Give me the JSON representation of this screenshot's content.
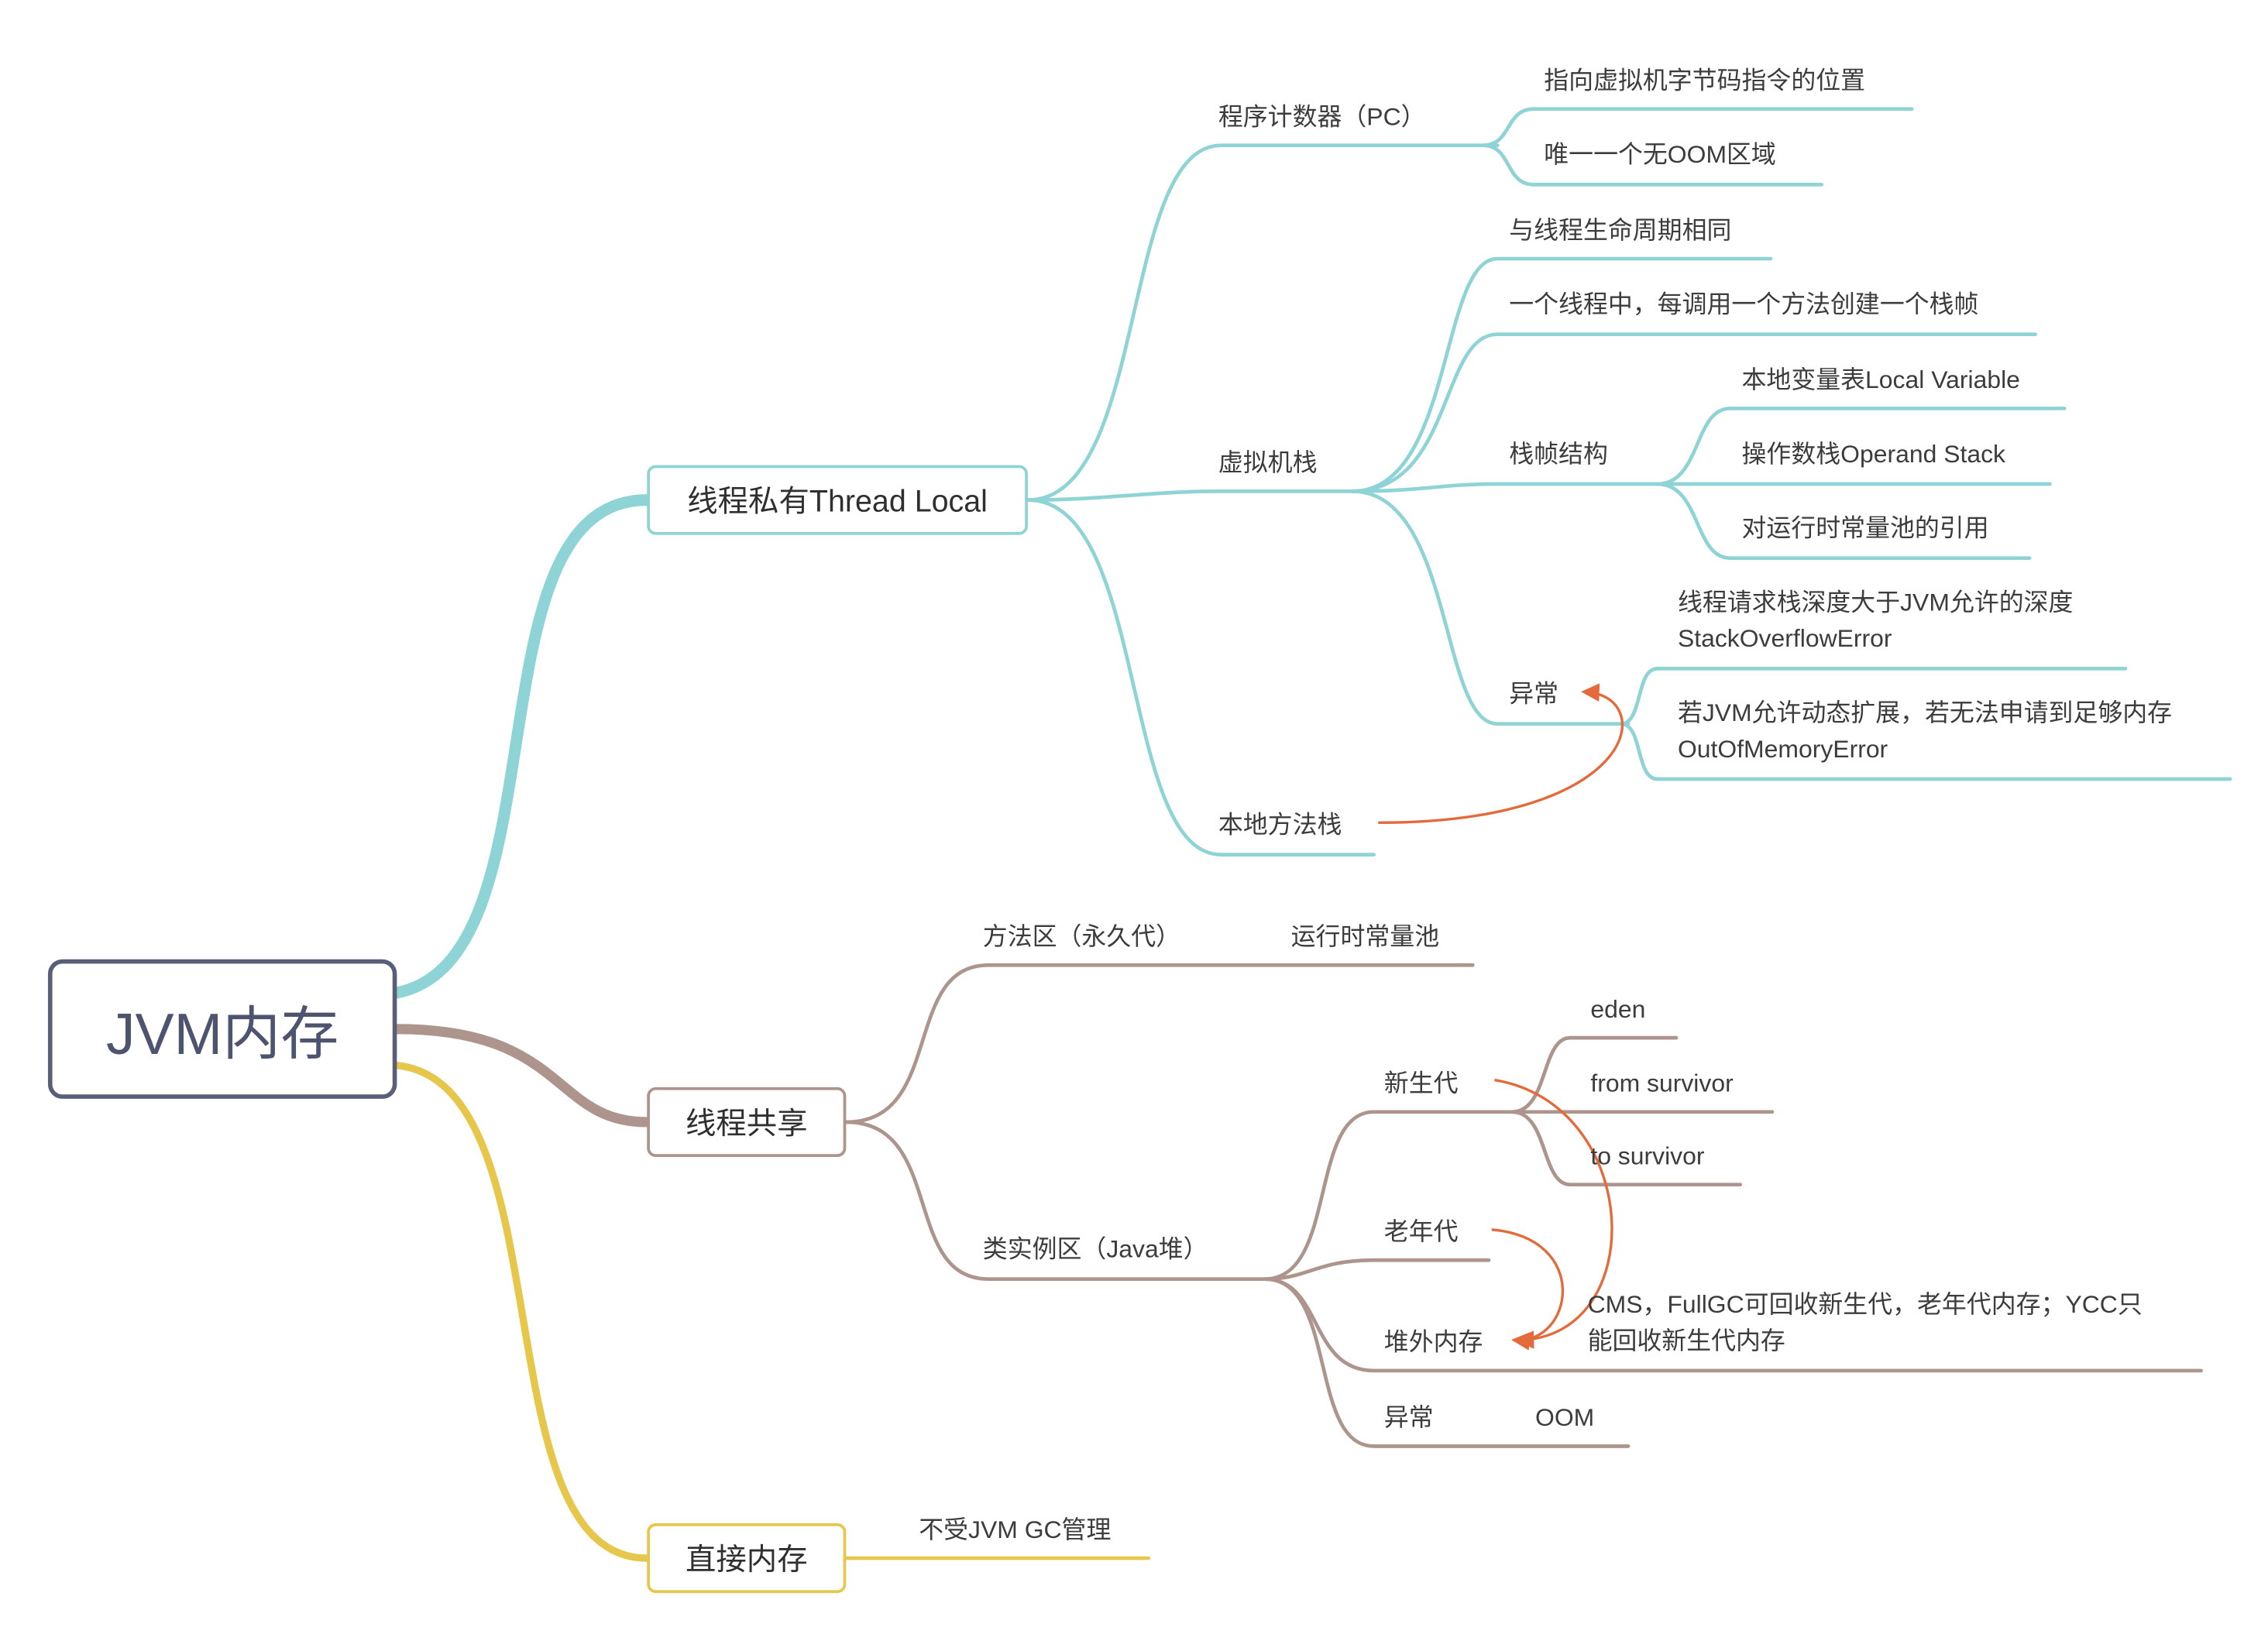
{
  "root": {
    "label": "JVM内存"
  },
  "colors": {
    "private": "#8ed3d6",
    "shared": "#ad958d",
    "direct": "#e6c74b",
    "root_border": "#5a5f78",
    "relation": "#e36a3a"
  },
  "private": {
    "label": "线程私有Thread Local",
    "pc": {
      "label": "程序计数器（PC）",
      "items": [
        "指向虚拟机字节码指令的位置",
        "唯一一个无OOM区域"
      ]
    },
    "vm_stack": {
      "label": "虚拟机栈",
      "lifecycle": "与线程生命周期相同",
      "frame_per_call": "一个线程中，每调用一个方法创建一个栈帧",
      "frame_structure": {
        "label": "栈帧结构",
        "items": [
          "本地变量表Local Variable",
          "操作数栈Operand Stack",
          "对运行时常量池的引用"
        ]
      },
      "exceptions": {
        "label": "异常",
        "items": [
          {
            "line1": "线程请求栈深度大于JVM允许的深度",
            "line2": "StackOverflowError"
          },
          {
            "line1": "若JVM允许动态扩展，若无法申请到足够内存",
            "line2": "OutOfMemoryError"
          }
        ]
      }
    },
    "native_stack": {
      "label": "本地方法栈"
    }
  },
  "shared": {
    "label": "线程共享",
    "method_area": {
      "label": "方法区（永久代）",
      "child": "运行时常量池"
    },
    "heap": {
      "label": "类实例区（Java堆）",
      "young": {
        "label": "新生代",
        "items": [
          "eden",
          "from survivor",
          "to survivor"
        ]
      },
      "old": {
        "label": "老年代"
      },
      "offheap": {
        "label": "堆外内存",
        "note_line1": "CMS，FullGC可回收新生代，老年代内存；YCC只",
        "note_line2": "能回收新生代内存"
      },
      "exception": {
        "label": "异常",
        "child": "OOM"
      }
    }
  },
  "direct": {
    "label": "直接内存",
    "child": "不受JVM GC管理"
  }
}
